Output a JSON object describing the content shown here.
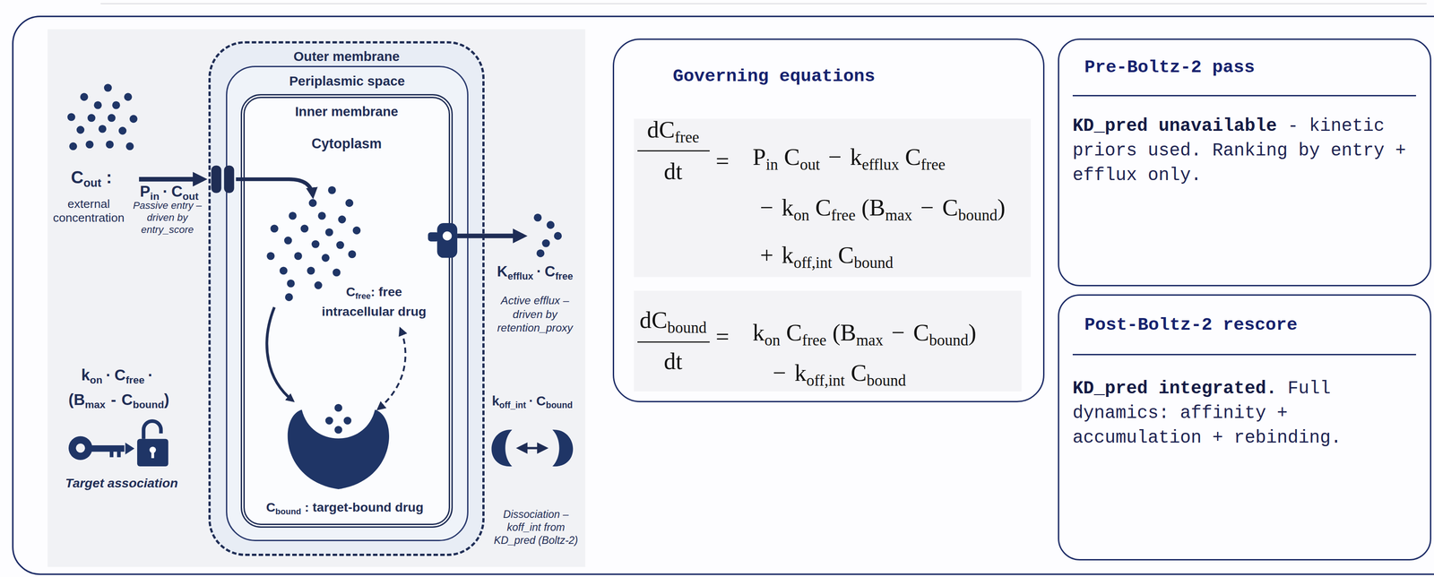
{
  "diagram": {
    "nodes": [
      {
        "text": [
          "Outer membrane"
        ]
      },
      {
        "text": [
          "Periplasmic space"
        ],
        "in": 0
      },
      {
        "text": [
          "Inner membrane",
          "Cytoplasm"
        ],
        "in": 1
      },
      {
        "text": [
          "Governing equations"
        ]
      },
      {
        "text": [
          "Pre-Boltz-2 pass",
          "KD_pred unavailable",
          "- kinetic priors used. Ranking by entry + efflux only."
        ]
      },
      {
        "text": [
          "Post-Boltz-2 rescore",
          "KD_pred integrated.",
          "Full dynamics: affinity + accumulation + rebinding."
        ]
      }
    ],
    "labels": [
      "C",
      "out",
      ":",
      "external concentration",
      "P",
      "in",
      "·",
      "C",
      "out",
      "Passive entry – driven by entry_score",
      "C",
      "free",
      ": free intracellular drug",
      "K",
      "efflux",
      "·",
      "C",
      "free",
      "Active efflux – driven by retention_proxy",
      "k",
      "on",
      "·",
      "C",
      "free",
      "·",
      "(",
      "B",
      "max",
      "-",
      "C",
      "bound",
      ")",
      "Target association",
      "C",
      "bound",
      ": target-bound drug",
      "k",
      "off_int",
      "·",
      "C",
      "bound",
      "Dissociation – koff_int from KD_pred (Boltz-2)",
      "dC",
      "free",
      "dt",
      "=",
      "P",
      "in",
      "C",
      "out",
      "−",
      "k",
      "efflux",
      "C",
      "free",
      "−",
      "k",
      "on",
      "C",
      "free",
      "(",
      "B",
      "max",
      "−",
      "C",
      "bound",
      ")",
      "+",
      "k",
      "off,int",
      "C",
      "bound",
      "dC",
      "bound",
      "dt",
      "=",
      "k",
      "on",
      "C",
      "free",
      "(",
      "B",
      "max",
      "−",
      "C",
      "bound",
      ")",
      "−",
      "k",
      "off,int",
      "C",
      "bound"
    ]
  }
}
